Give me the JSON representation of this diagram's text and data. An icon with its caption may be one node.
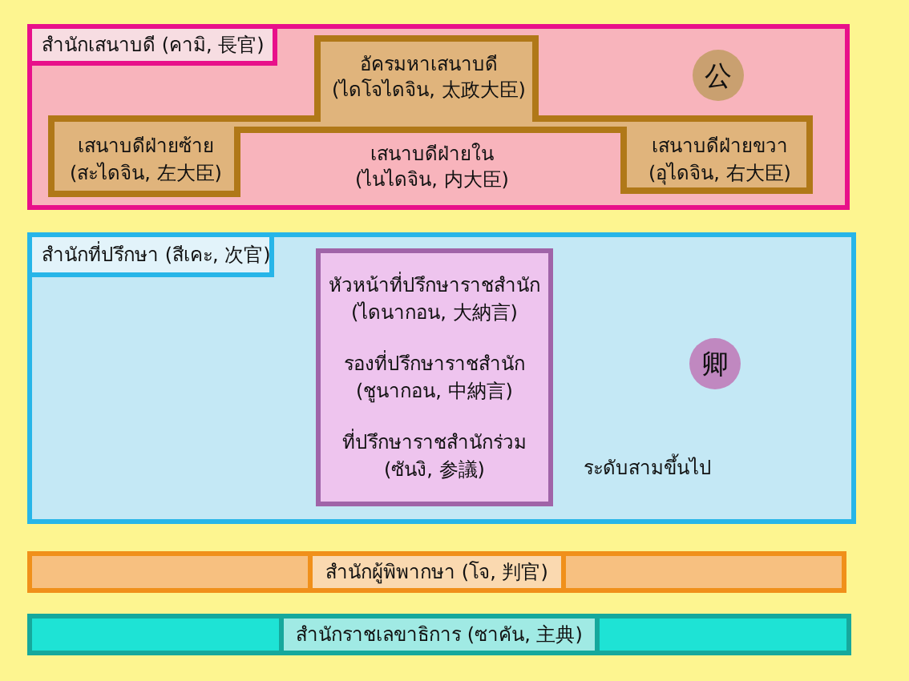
{
  "diagram": {
    "nodes": [
      {
        "text": [
          "สำนักเสนาบดี (คามิ, 長官)"
        ]
      },
      {
        "text": [
          "อัครมหาเสนาบดี (ไดโจไดจิน, 太政大臣)"
        ],
        "in": 0
      },
      {
        "text": [
          "เสนาบดีฝ่ายซ้าย (สะไดจิน, 左大臣)"
        ],
        "in": 0
      },
      {
        "text": [
          "เสนาบดีฝ่ายใน (ไนไดจิน, 内大臣)"
        ],
        "in": 0
      },
      {
        "text": [
          "เสนาบดีฝ่ายขวา (อุไดจิน, 右大臣)"
        ],
        "in": 0
      },
      {
        "text": [
          "公"
        ],
        "in": 0
      },
      {
        "text": [
          "สำนักที่ปรึกษา (สีเคะ, 次官)"
        ]
      },
      {
        "text": [
          "หัวหน้าที่ปรึกษาราชสำนัก (ไดนากอน, 大納言)",
          "รองที่ปรึกษาราชสำนัก (ชูนากอน, 中納言)",
          "ที่ปรึกษาราชสำนักร่วม (ซันงิ, 参議)"
        ],
        "in": 6
      },
      {
        "text": [
          "卿"
        ],
        "in": 6
      },
      {
        "text": [
          "สำนักผู้พิพากษา (โจ, 判官)"
        ]
      },
      {
        "text": [
          "สำนักราชเลขาธิการ (ซาคัน, 主典)"
        ]
      }
    ],
    "labels": [
      "ระดับสามขึ้นไป"
    ]
  }
}
